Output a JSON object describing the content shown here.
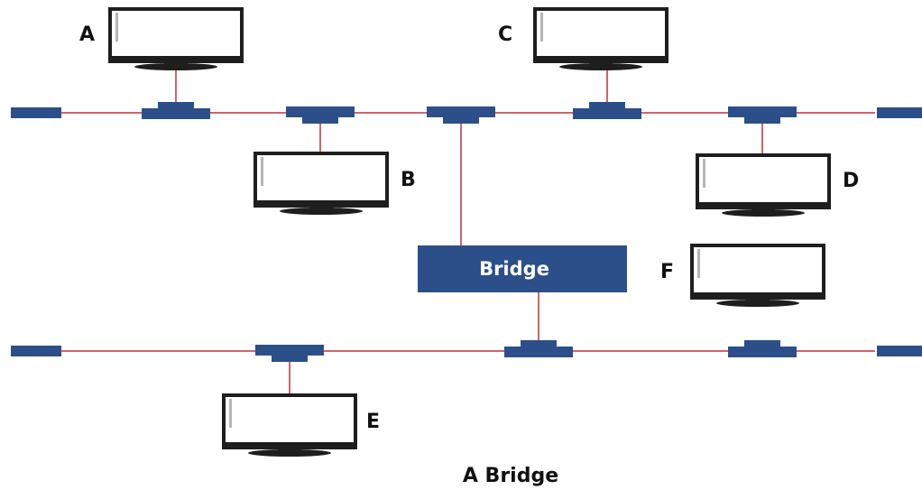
{
  "colors": {
    "segment": "#2c4f8a",
    "wire": "#c0313f",
    "monitor_frame": "#1e1e1e",
    "monitor_screen": "#ffffff"
  },
  "nodes": {
    "A": "A",
    "B": "B",
    "C": "C",
    "D": "D",
    "E": "E",
    "F": "F"
  },
  "bridge": {
    "label": "Bridge"
  },
  "caption": "A Bridge"
}
